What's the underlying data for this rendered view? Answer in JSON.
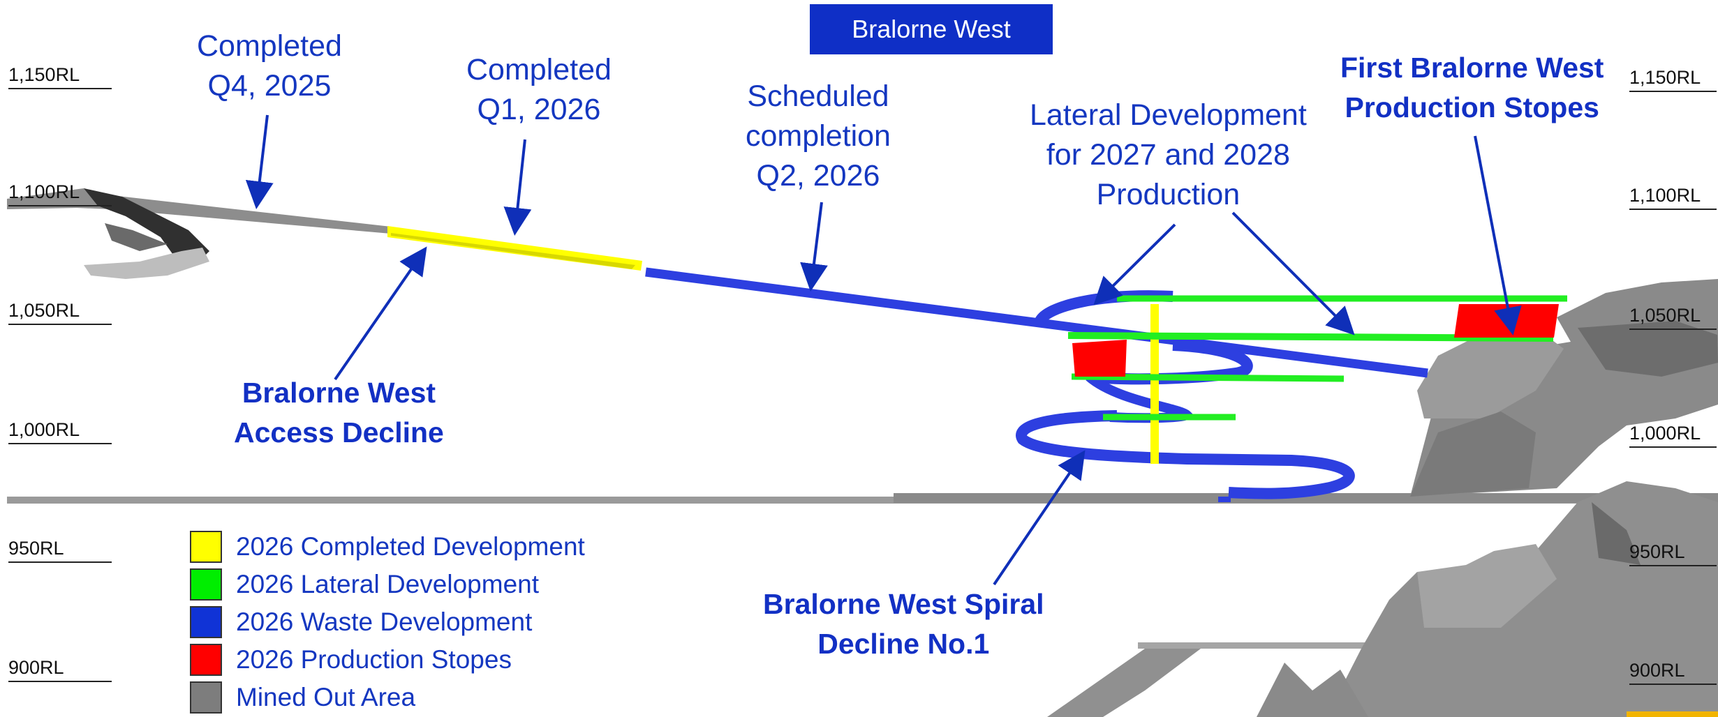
{
  "title": "Bralorne West",
  "levels": [
    "1,150RL",
    "1,100RL",
    "1,050RL",
    "1,000RL",
    "950RL",
    "900RL"
  ],
  "annotations": {
    "completed_q4_2025": [
      "Completed",
      "Q4, 2025"
    ],
    "completed_q1_2026": [
      "Completed",
      "Q1, 2026"
    ],
    "scheduled_q2_2026": [
      "Scheduled",
      "completion",
      "Q2, 2026"
    ],
    "lateral_dev": [
      "Lateral Development",
      "for 2027 and 2028",
      "Production"
    ],
    "first_stopes": [
      "First Bralorne West",
      "Production Stopes"
    ],
    "access_decline": [
      "Bralorne West",
      "Access Decline"
    ],
    "spiral_decline": [
      "Bralorne West Spiral",
      "Decline No.1"
    ]
  },
  "legend": [
    {
      "label": "2026 Completed Development",
      "color": "#ffff00"
    },
    {
      "label": "2026 Lateral Development",
      "color": "#00ee00"
    },
    {
      "label": "2026 Waste Development",
      "color": "#1033d6"
    },
    {
      "label": "2026 Production Stopes",
      "color": "#ff0000"
    },
    {
      "label": "Mined Out Area",
      "color": "#7d7d7d"
    }
  ],
  "colors": {
    "annotation": "#1437c0",
    "title_bg": "#0f2fc6",
    "waste": "#2d3fe0",
    "lateral": "#22ee22",
    "completed": "#ffff00",
    "stope": "#ff0000",
    "mined": "#7d7d7d"
  }
}
